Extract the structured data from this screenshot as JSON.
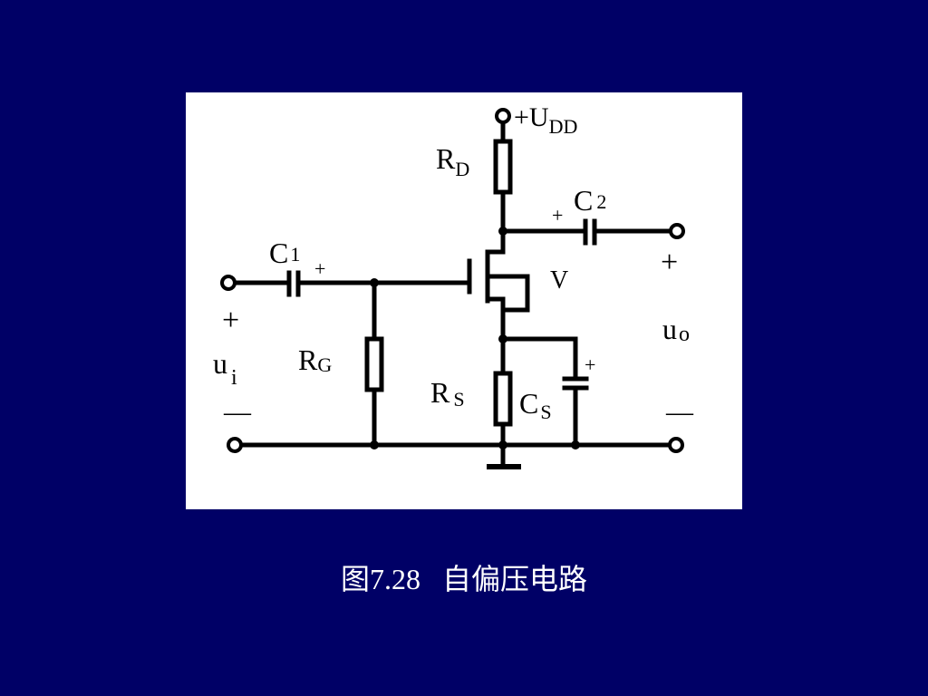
{
  "caption": "图7.28   自偏压电路",
  "colors": {
    "background": "#000066",
    "panel": "#ffffff",
    "ink": "#000000",
    "caption_text": "#ffffff"
  },
  "labels": {
    "supply_main": "+U",
    "supply_sub": "DD",
    "rd_main": "R",
    "rd_sub": "D",
    "c2_main": "C",
    "c2_sub": "2",
    "c2_polarity": "+",
    "c1_main": "C",
    "c1_sub": "1",
    "c1_polarity": "+",
    "transistor": "V",
    "input_plus": "+",
    "input_main": "u",
    "input_sub": "i",
    "input_minus": "—",
    "rg_main": "R",
    "rg_sub": "G",
    "rs_main": "R",
    "rs_sub": "S",
    "cs_main": "C",
    "cs_sub": "S",
    "cs_polarity": "+",
    "output_plus": "+",
    "output_main": "u",
    "output_sub": "o",
    "output_minus": "—"
  }
}
